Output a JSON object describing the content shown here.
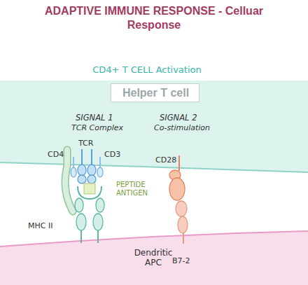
{
  "diagram": {
    "title": "ADAPTIVE IMMUNE RESPONSE - Celluar Response",
    "nodes": [
      {
        "text": [
          "CD4+ T CELL Activation"
        ]
      },
      {
        "text": [
          "Helper T cell"
        ],
        "in": 0
      },
      {
        "text": [
          "Dendritic APC"
        ]
      }
    ],
    "labels": [
      "SIGNAL 1",
      "TCR Complex",
      "SIGNAL 2",
      "Co-stimulation",
      "CD4",
      "TCR",
      "CD3",
      "CD28",
      "PEPTIDE ANTIGEN",
      "MHC II",
      "B7-2"
    ]
  }
}
